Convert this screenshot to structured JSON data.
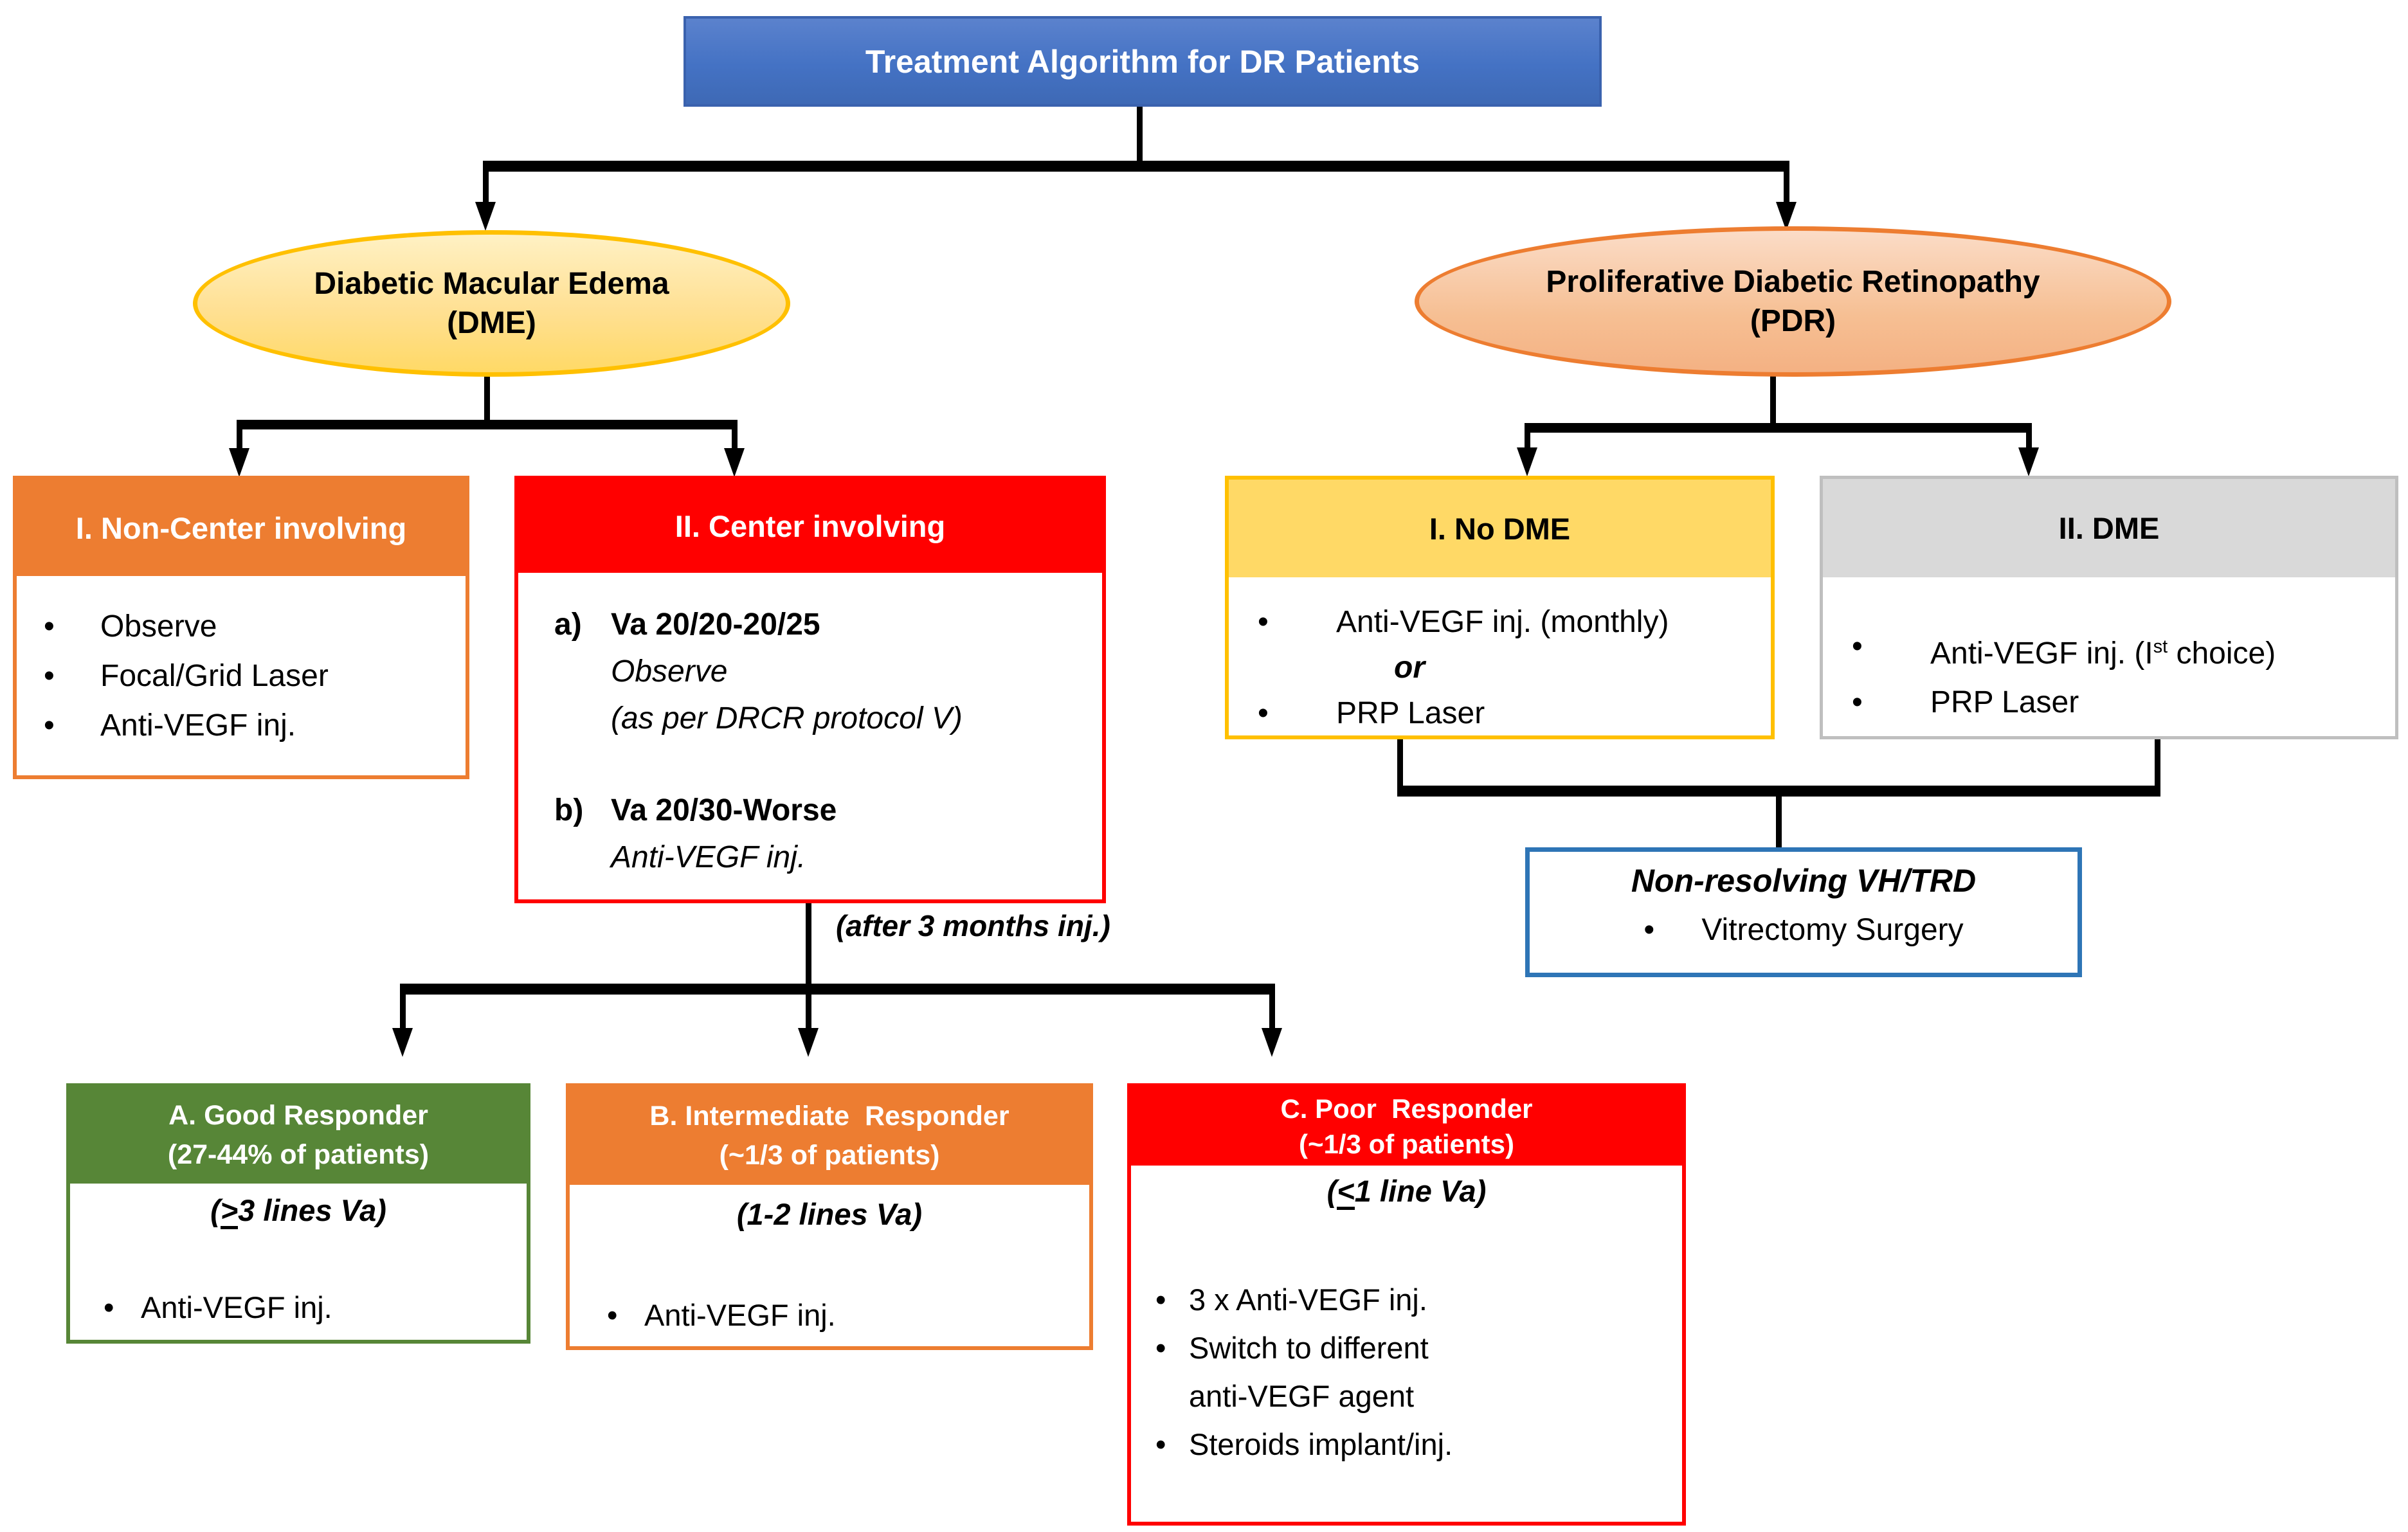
{
  "title": "Treatment Algorithm for DR Patients",
  "nodes": {
    "dme_ellipse": {
      "line1": "Diabetic Macular Edema",
      "line2": "(DME)"
    },
    "pdr_ellipse": {
      "line1": "Proliferative Diabetic Retinopathy",
      "line2": "(PDR)"
    },
    "non_center": {
      "header": "I. Non-Center involving",
      "items": [
        "Observe",
        "Focal/Grid Laser",
        "Anti-VEGF inj."
      ]
    },
    "center": {
      "header": "II. Center involving",
      "a_label": "a)",
      "a_title": "Va 20/20-20/25",
      "a_sub1": "Observe",
      "a_sub2": "(as per DRCR protocol V)",
      "b_label": "b)",
      "b_title": "Va 20/30-Worse",
      "b_sub1": "Anti-VEGF inj."
    },
    "no_dme": {
      "header": "I. No DME",
      "item1": "Anti-VEGF inj. (monthly)",
      "conj": "or",
      "item2": "PRP Laser"
    },
    "dme_pdr": {
      "header": "II. DME",
      "item1_pre": "Anti-VEGF inj. (I",
      "item1_sup": "st",
      "item1_post": " choice)",
      "item2": "PRP Laser"
    },
    "vh_trd": {
      "title": "Non-resolving VH/TRD",
      "item1": "Vitrectomy Surgery"
    },
    "good": {
      "header1": "A. Good Responder",
      "header2": "(27-44% of patients)",
      "sub_pre": "(",
      "sub_op": ">",
      "sub_post": "3 lines Va)",
      "item1": "Anti-VEGF inj."
    },
    "intermediate": {
      "header1": "B. Intermediate  Responder",
      "header2": "(~1/3 of patients)",
      "sub": "(1-2 lines Va)",
      "item1": "Anti-VEGF inj."
    },
    "poor": {
      "header1": "C. Poor  Responder",
      "header2": "(~1/3 of patients)",
      "sub_pre": "(",
      "sub_op": "<",
      "sub_post": "1 line Va)",
      "item1": "3 x Anti-VEGF inj.",
      "item2a": "Switch to different",
      "item2b": "anti-VEGF agent",
      "item3": "Steroids implant/inj."
    }
  },
  "annotations": {
    "after_injection": "(after 3 months inj.)"
  },
  "colors": {
    "title_bg": "#4472C4",
    "dme_fill": "#FFD966",
    "dme_border": "#FFC000",
    "pdr_fill": "#F4B183",
    "pdr_border": "#ED7D31",
    "orange": "#ED7D31",
    "red": "#FF0000",
    "gold_header": "#FFD966",
    "gray_header": "#D9D9D9",
    "gray_border": "#BFBFBF",
    "green": "#578637",
    "blue_border": "#2E75B6",
    "line": "#000000"
  }
}
